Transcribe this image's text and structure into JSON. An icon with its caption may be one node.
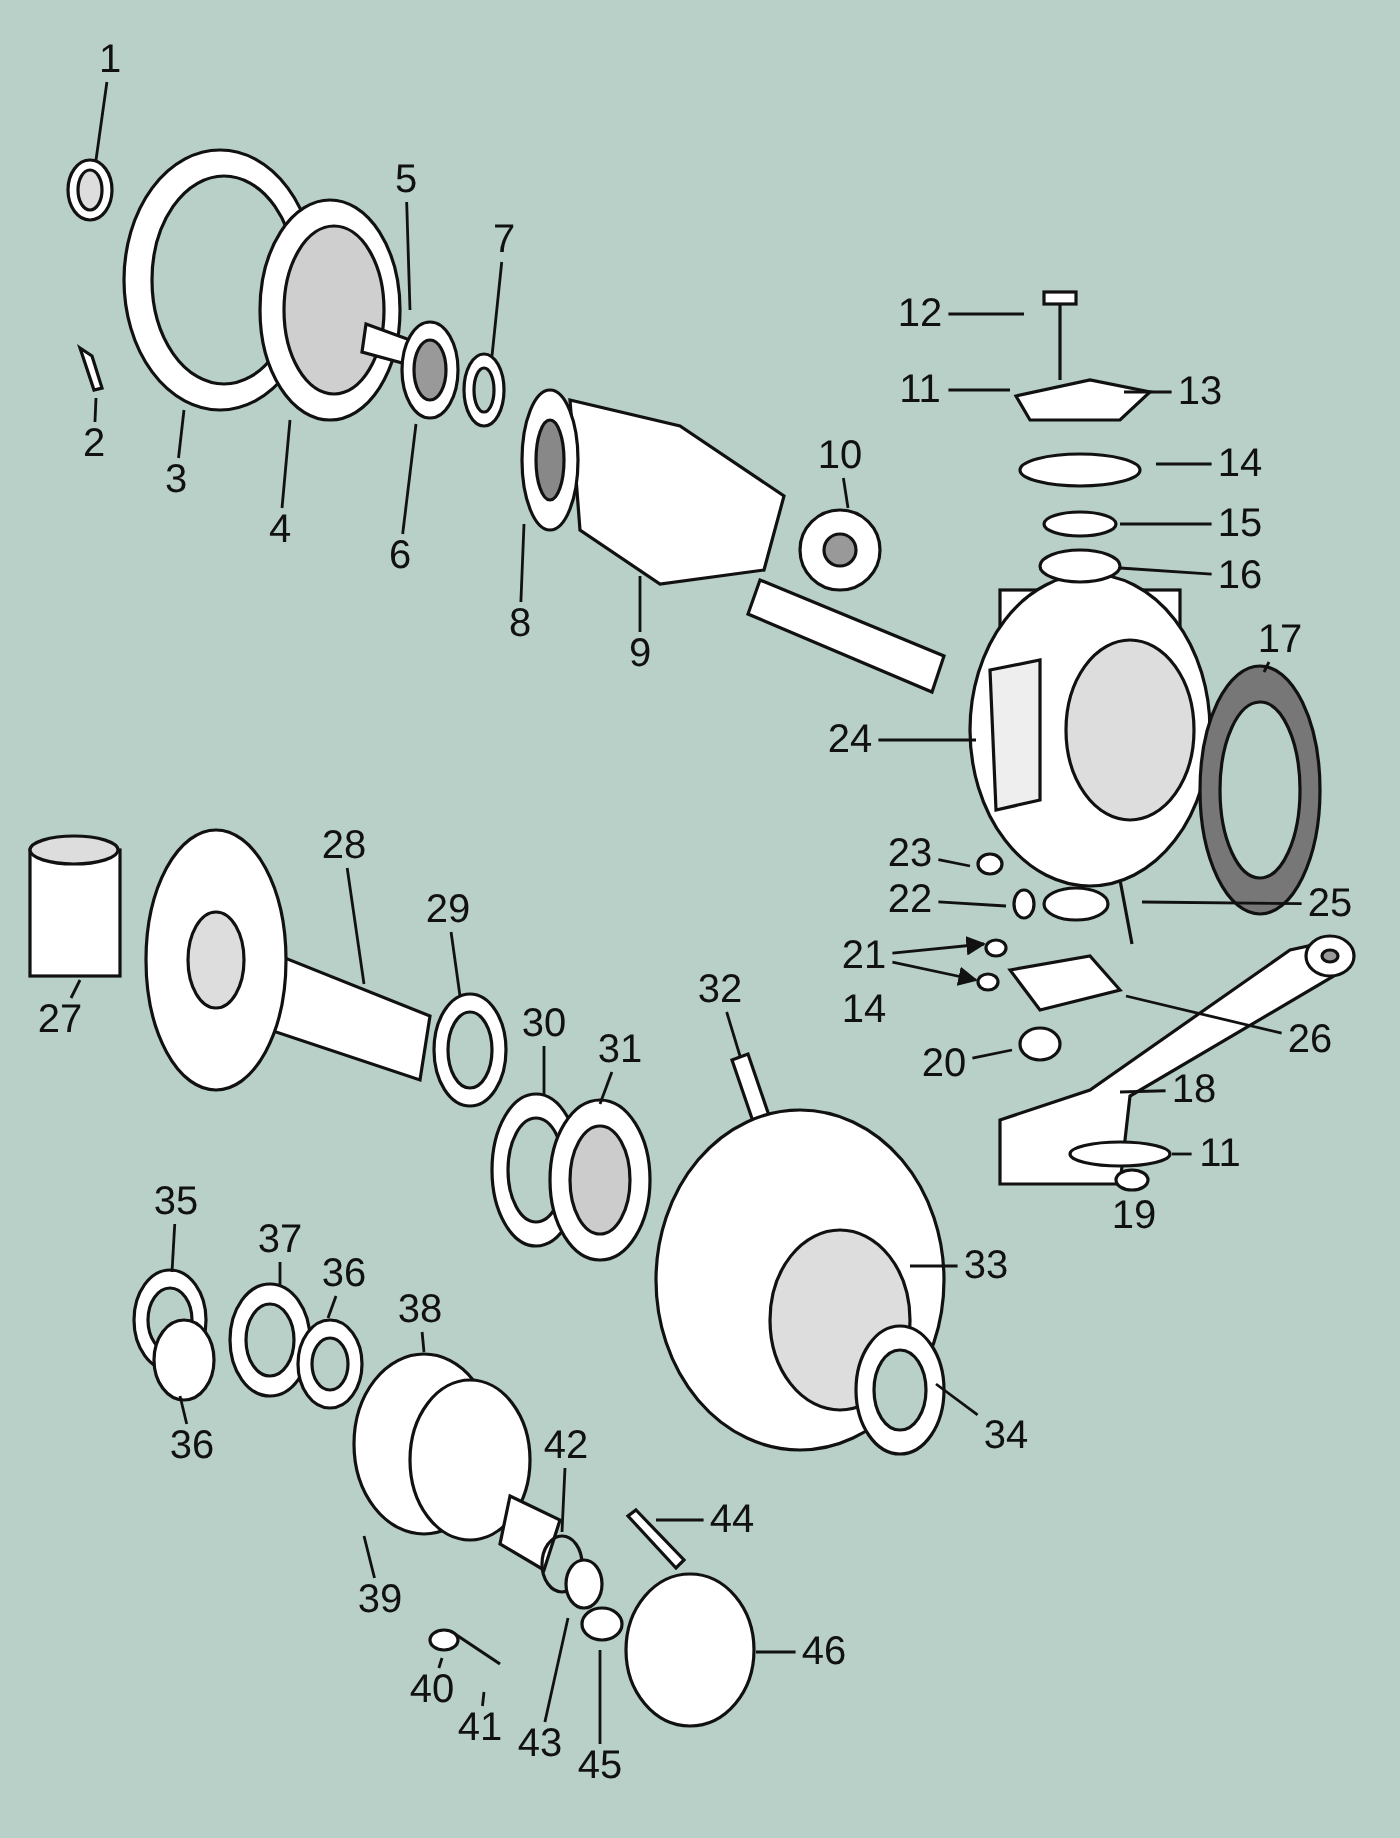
{
  "diagram": {
    "nodes": [
      {
        "text": [
          "1"
        ]
      },
      {
        "text": [
          "5"
        ]
      },
      {
        "text": [
          "7"
        ]
      },
      {
        "text": [
          "12"
        ]
      },
      {
        "text": [
          "11"
        ]
      },
      {
        "text": [
          "13"
        ]
      },
      {
        "text": [
          "2"
        ]
      },
      {
        "text": [
          "10"
        ]
      },
      {
        "text": [
          "14"
        ]
      },
      {
        "text": [
          "3"
        ]
      },
      {
        "text": [
          "15"
        ]
      },
      {
        "text": [
          "4"
        ]
      },
      {
        "text": [
          "6"
        ]
      },
      {
        "text": [
          "16"
        ]
      },
      {
        "text": [
          "8"
        ]
      },
      {
        "text": [
          "17"
        ]
      },
      {
        "text": [
          "9"
        ]
      },
      {
        "text": [
          "24"
        ]
      },
      {
        "text": [
          "28"
        ]
      },
      {
        "text": [
          "23"
        ]
      },
      {
        "text": [
          "22"
        ]
      },
      {
        "text": [
          "25"
        ]
      },
      {
        "text": [
          "29"
        ]
      },
      {
        "text": [
          "21"
        ]
      },
      {
        "text": [
          "32"
        ]
      },
      {
        "text": [
          "14"
        ]
      },
      {
        "text": [
          "27"
        ]
      },
      {
        "text": [
          "30"
        ]
      },
      {
        "text": [
          "26"
        ]
      },
      {
        "text": [
          "31"
        ]
      },
      {
        "text": [
          "20"
        ]
      },
      {
        "text": [
          "18"
        ]
      },
      {
        "text": [
          "11"
        ]
      },
      {
        "text": [
          "35"
        ]
      },
      {
        "text": [
          "19"
        ]
      },
      {
        "text": [
          "37"
        ]
      },
      {
        "text": [
          "33"
        ]
      },
      {
        "text": [
          "36"
        ]
      },
      {
        "text": [
          "38"
        ]
      },
      {
        "text": [
          "34"
        ]
      },
      {
        "text": [
          "36"
        ]
      },
      {
        "text": [
          "42"
        ]
      },
      {
        "text": [
          "44"
        ]
      },
      {
        "text": [
          "39"
        ]
      },
      {
        "text": [
          "46"
        ]
      },
      {
        "text": [
          "40"
        ]
      },
      {
        "text": [
          "41"
        ]
      },
      {
        "text": [
          "43"
        ]
      },
      {
        "text": [
          "45"
        ]
      },
      {
        "text": [],
        "shape": "circle"
      },
      {
        "text": [],
        "shape": "circle"
      },
      {
        "text": [],
        "shape": "picture"
      }
    ],
    "edges": [
      {
        "from": 0,
        "to": null,
        "arrow": "none"
      },
      {
        "from": 1,
        "to": null,
        "arrow": "none"
      },
      {
        "from": 2,
        "to": null,
        "arrow": "none"
      },
      {
        "from": 3,
        "to": null,
        "arrow": "none"
      },
      {
        "from": 4,
        "to": null,
        "arrow": "none"
      },
      {
        "from": 5,
        "to": null,
        "arrow": "none"
      },
      {
        "from": 6,
        "to": null,
        "arrow": "none"
      },
      {
        "from": 7,
        "to": null,
        "arrow": "none"
      },
      {
        "from": 8,
        "to": null,
        "arrow": "none"
      },
      {
        "from": 9,
        "to": null,
        "arrow": "none"
      },
      {
        "from": 10,
        "to": null,
        "arrow": "none"
      },
      {
        "from": 11,
        "to": null,
        "arrow": "none"
      },
      {
        "from": 12,
        "to": null,
        "arrow": "none"
      },
      {
        "from": 13,
        "to": null,
        "arrow": "none"
      },
      {
        "from": 14,
        "to": null,
        "arrow": "none"
      },
      {
        "from": 15,
        "to": null,
        "arrow": "none"
      },
      {
        "from": 16,
        "to": null,
        "arrow": "none"
      },
      {
        "from": 17,
        "to": null,
        "arrow": "none"
      },
      {
        "from": 18,
        "to": null,
        "arrow": "none"
      },
      {
        "from": 19,
        "to": null,
        "arrow": "none"
      },
      {
        "from": 20,
        "to": null,
        "arrow": "none"
      },
      {
        "from": 21,
        "to": null,
        "arrow": "none"
      },
      {
        "from": 22,
        "to": null,
        "arrow": "none"
      },
      {
        "from": 23,
        "to": 49,
        "arrow": "to"
      },
      {
        "from": 23,
        "to": 50,
        "arrow": "to"
      },
      {
        "from": 24,
        "to": null,
        "arrow": "none"
      },
      {
        "from": 26,
        "to": null,
        "arrow": "none"
      },
      {
        "from": 27,
        "to": null,
        "arrow": "none"
      },
      {
        "from": 28,
        "to": null,
        "arrow": "none"
      },
      {
        "from": 29,
        "to": null,
        "arrow": "none"
      },
      {
        "from": 30,
        "to": null,
        "arrow": "none"
      },
      {
        "from": 31,
        "to": 51,
        "arrow": "none"
      },
      {
        "from": 32,
        "to": null,
        "arrow": "none"
      },
      {
        "from": 33,
        "to": null,
        "arrow": "none"
      },
      {
        "from": 35,
        "to": null,
        "arrow": "none"
      },
      {
        "from": 36,
        "to": null,
        "arrow": "none"
      },
      {
        "from": 37,
        "to": null,
        "arrow": "none"
      },
      {
        "from": 38,
        "to": null,
        "arrow": "none"
      },
      {
        "from": 39,
        "to": null,
        "arrow": "none"
      },
      {
        "from": 40,
        "to": null,
        "arrow": "none"
      },
      {
        "from": 41,
        "to": null,
        "arrow": "none"
      },
      {
        "from": 42,
        "to": null,
        "arrow": "none"
      },
      {
        "from": 43,
        "to": null,
        "arrow": "none"
      },
      {
        "from": 44,
        "to": null,
        "arrow": "none"
      },
      {
        "from": 45,
        "to": null,
        "arrow": "none"
      },
      {
        "from": 46,
        "to": null,
        "arrow": "none"
      },
      {
        "from": 47,
        "to": null,
        "arrow": "none"
      },
      {
        "from": 48,
        "to": null,
        "arrow": "none"
      }
    ]
  }
}
